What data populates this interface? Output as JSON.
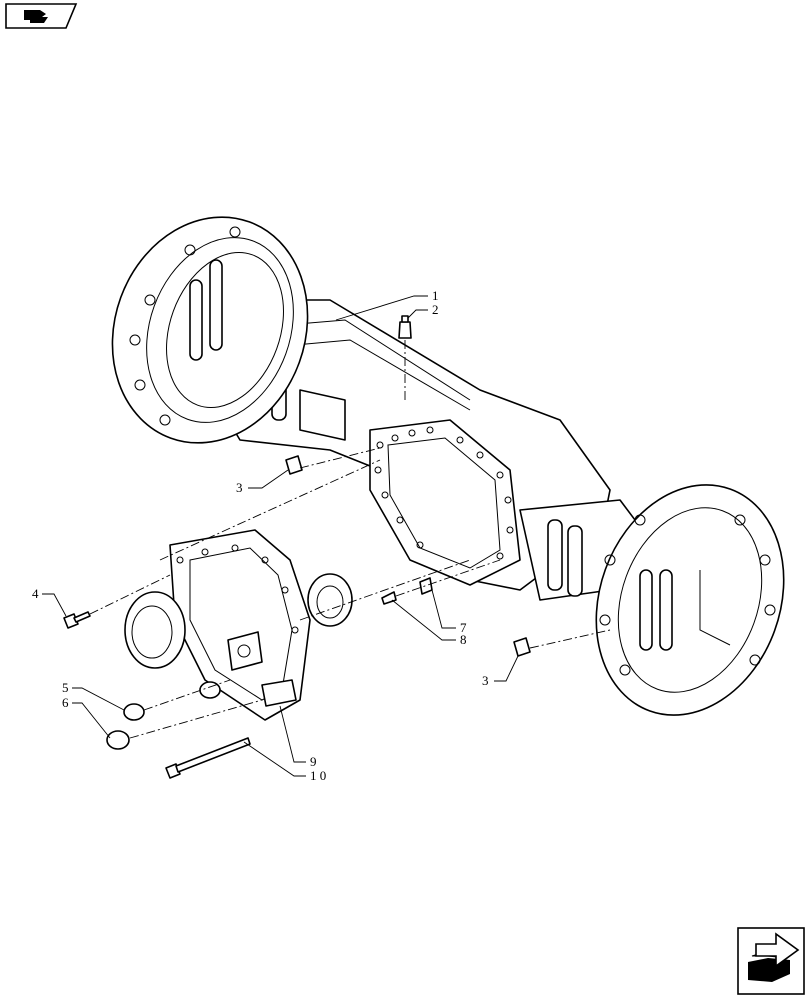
{
  "callouts": [
    {
      "id": "c1",
      "text": "1"
    },
    {
      "id": "c2",
      "text": "2"
    },
    {
      "id": "c3a",
      "text": "3"
    },
    {
      "id": "c3b",
      "text": "3"
    },
    {
      "id": "c4",
      "text": "4"
    },
    {
      "id": "c5",
      "text": "5"
    },
    {
      "id": "c6",
      "text": "6"
    },
    {
      "id": "c7",
      "text": "7"
    },
    {
      "id": "c8",
      "text": "8"
    },
    {
      "id": "c9",
      "text": "9"
    },
    {
      "id": "c10",
      "text": "1 0"
    }
  ],
  "icons": {
    "top_left": "book-nav-icon",
    "bottom_right": "next-page-arrow-icon"
  },
  "colors": {
    "line": "#000000",
    "background": "#ffffff"
  }
}
